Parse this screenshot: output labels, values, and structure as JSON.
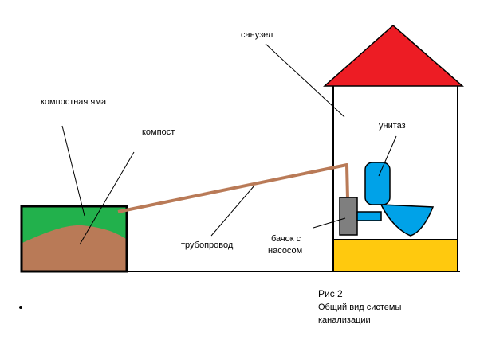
{
  "labels": {
    "bathroom": "санузел",
    "compost_pit": "компостная яма",
    "compost": "компост",
    "toilet": "унитаз",
    "pipeline": "трубопровод",
    "tank_line1": "бачок с",
    "tank_line2": "насосом"
  },
  "caption": {
    "title": "Рис 2",
    "line1": "Общий вид системы",
    "line2": "канализации"
  },
  "colors": {
    "roof": "#ed1c24",
    "grass": "#22b14c",
    "soil": "#b97a57",
    "pipe": "#b97a57",
    "toilet": "#00a2e8",
    "tank": "#7f7f7f",
    "floor": "#ffc90e",
    "outline": "#000000"
  },
  "icons": {
    "house": "house-icon",
    "toilet": "toilet-icon",
    "tank": "pump-tank-icon"
  }
}
